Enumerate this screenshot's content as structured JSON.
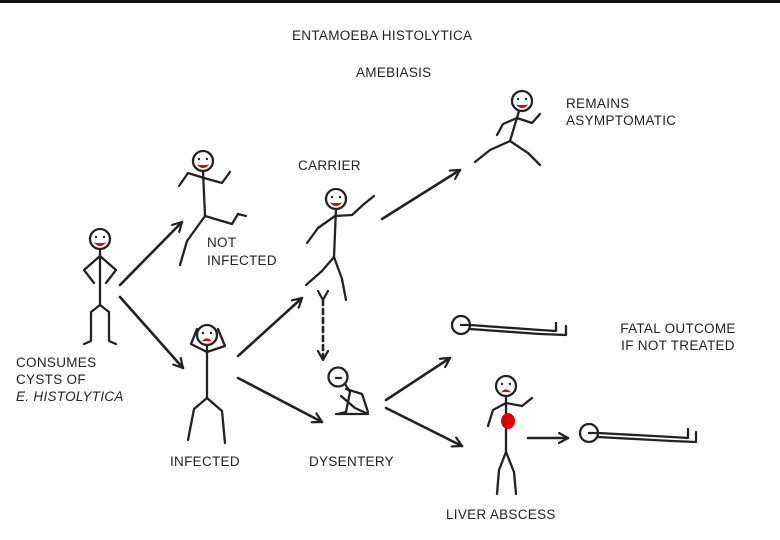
{
  "title": "ENTAMOEBA HISTOLYTICA",
  "subtitle": "AMEBIASIS",
  "labels": {
    "consumes_line1": "CONSUMES",
    "consumes_line2": "CYSTS OF",
    "consumes_line3": "E. HISTOLYTICA",
    "not_infected_line1": "NOT",
    "not_infected_line2": "INFECTED",
    "infected": "INFECTED",
    "carrier": "CARRIER",
    "remains_line1": "REMAINS",
    "remains_line2": "ASYMPTOMATIC",
    "dysentery": "DYSENTERY",
    "fatal_line1": "FATAL OUTCOME",
    "fatal_line2": "IF NOT TREATED",
    "liver_abscess": "LIVER ABSCESS"
  },
  "colors": {
    "ink": "#222222",
    "mouth_red": "#cc1111",
    "abscess_red": "#dd0000",
    "background": "#ffffff"
  },
  "figures": [
    "person-consuming-cysts",
    "person-not-infected",
    "person-infected",
    "person-carrier",
    "person-remains-asymptomatic",
    "person-dysentery",
    "person-liver-abscess",
    "person-fatal-outcome-upper",
    "person-fatal-outcome-lower"
  ]
}
